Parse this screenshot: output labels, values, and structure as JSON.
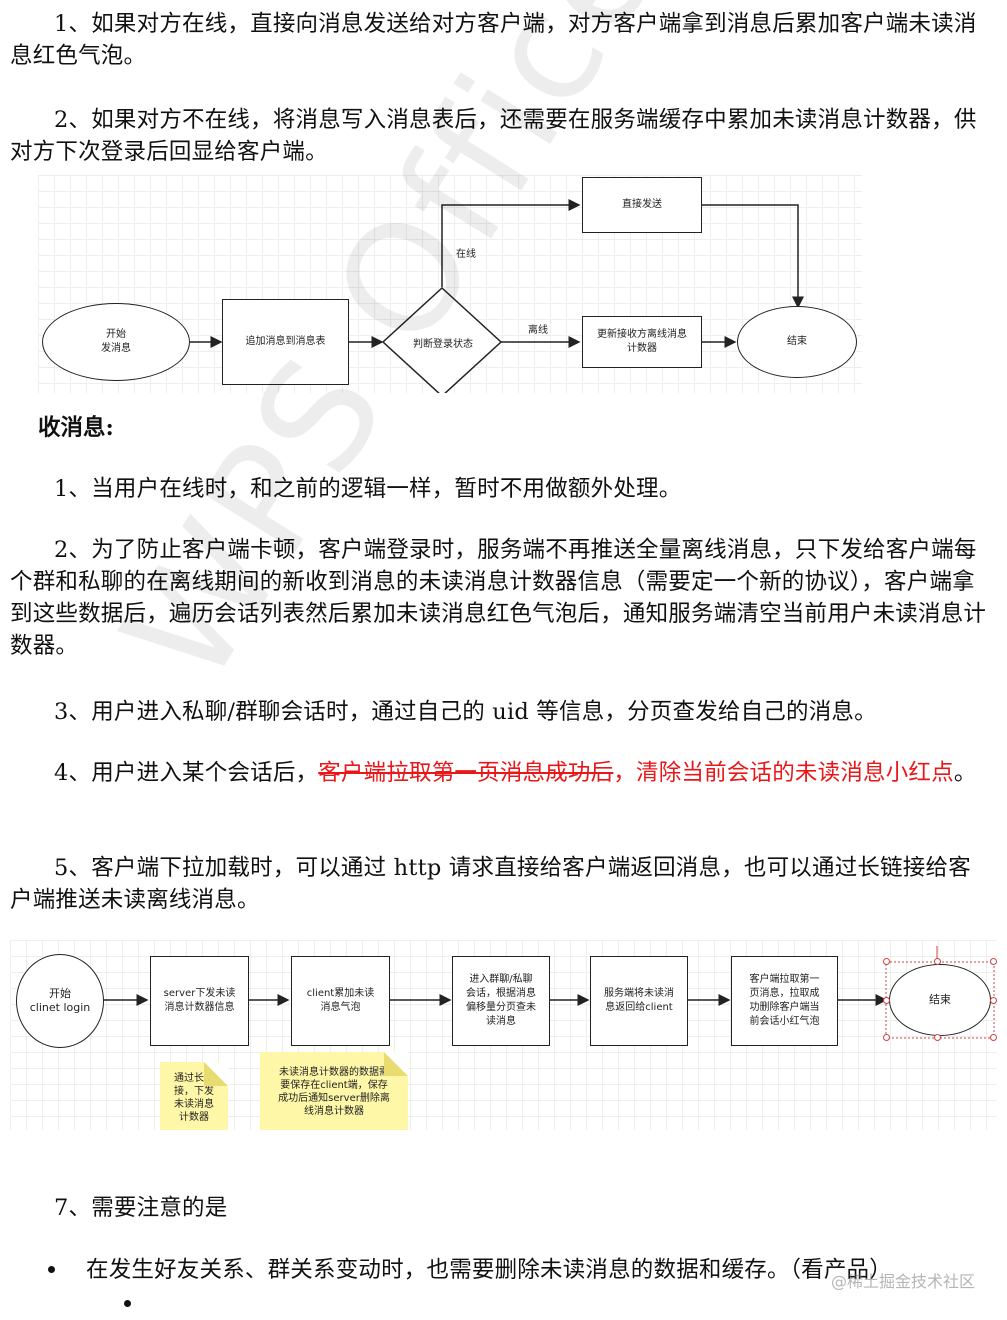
{
  "paragraphs": {
    "p1": "1、如果对方在线，直接向消息发送给对方客户端，对方客户端拿到消息后累加客户端未读消息红色气泡。",
    "p2": "2、如果对方不在线，将消息写入消息表后，还需要在服务端缓存中累加未读消息计数器，供对方下次登录后回显给客户端。"
  },
  "diagram1": {
    "start": "开始\n发消息",
    "append": "追加消息到消息表",
    "decision": "判断登录状态",
    "online_label": "在线",
    "offline_label": "离线",
    "direct_send": "直接发送",
    "update_counter": "更新接收方离线消息\n计数器",
    "end": "结束"
  },
  "section_heading": "收消息:",
  "receive": {
    "r1": "1、当用户在线时，和之前的逻辑一样，暂时不用做额外处理。",
    "r2": "2、为了防止客户端卡顿，客户端登录时，服务端不再推送全量离线消息，只下发给客户端每个群和私聊的在离线期间的新收到消息的未读消息计数器信息（需要定一个新的协议），客户端拿到这些数据后，遍历会话列表然后累加未读消息红色气泡后，通知服务端清空当前用户未读消息计数器。",
    "r3": "3、用户进入私聊/群聊会话时，通过自己的 uid 等信息，分页查发给自己的消息。",
    "r4_prefix": "4、用户进入某个会话后，",
    "r4_strike": "客户端拉取第一页消息成功后",
    "r4_red": "，清除当前会话的未读消息小红点",
    "r4_suffix": "。",
    "r5": "5、客户端下拉加载时，可以通过 http 请求直接给客户端返回消息，也可以通过长链接给客户端推送未读离线消息。"
  },
  "diagram2": {
    "start": "开始\nclinet login",
    "step1": "server下发未读\n消息计数器信息",
    "step2": "client累加未读\n消息气泡",
    "step3": "进入群聊/私聊\n会话，根据消息\n偏移量分页查未\n读消息",
    "step4": "服务端将未读消\n息返回给client",
    "step5": "客户端拉取第一\n页消息，拉取成\n功删除客户端当\n前会话小红气泡",
    "end": "结束",
    "note1": "通过长链\n接，下发\n未读消息\n计数器",
    "note2": "未读消息计数器的数据需\n要保存在client端，保存\n成功后通知server删除离\n线消息计数器"
  },
  "notes": {
    "n7": "7、需要注意的是",
    "bullet1": "在发生好友关系、群关系变动时，也需要删除未读消息的数据和缓存。（看产品）"
  },
  "watermark": "WPS Office",
  "corner_watermark": "@稀土掘金技术社区",
  "colors": {
    "red": "#e8171a",
    "note_yellow": "#fff7a8"
  }
}
